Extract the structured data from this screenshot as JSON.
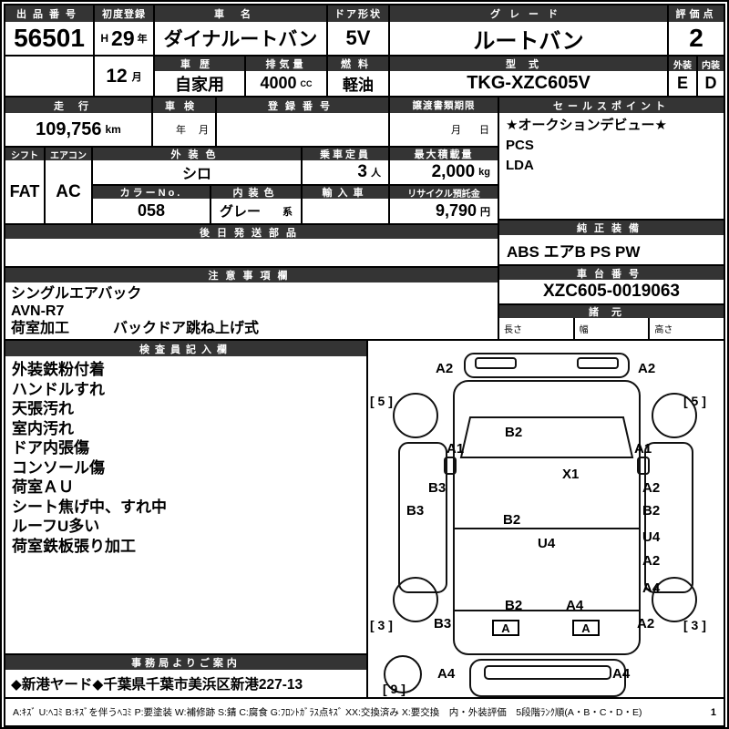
{
  "top": {
    "exhibit_no": {
      "label": "出品番号",
      "value": "56501"
    },
    "first_registration": {
      "label": "初度登録",
      "era": "H",
      "year": "29",
      "year_unit": "年",
      "month": "12",
      "month_unit": "月"
    },
    "car_name": {
      "label": "車名",
      "value": "ダイナルートバン"
    },
    "door_shape": {
      "label": "ドア形状",
      "value": "5V"
    },
    "grade": {
      "label": "グレード",
      "value": "ルートバン"
    },
    "score": {
      "label": "評価点",
      "value": "2"
    },
    "history": {
      "label": "車歴",
      "value": "自家用"
    },
    "displacement": {
      "label": "排気量",
      "value": "4000",
      "unit": "CC"
    },
    "fuel": {
      "label": "燃料",
      "value": "軽油"
    },
    "model_code": {
      "label": "型式",
      "value": "TKG-XZC605V"
    },
    "exterior_grade": {
      "label": "外装",
      "value": "E"
    },
    "interior_grade": {
      "label": "内装",
      "value": "D"
    }
  },
  "registration": {
    "mileage": {
      "label": "走行",
      "value": "109,756",
      "unit": "km"
    },
    "shaken": {
      "label": "車検",
      "year_unit": "年",
      "month_unit": "月"
    },
    "reg_no": {
      "label": "登録番号",
      "value": ""
    },
    "transfer_deadline": {
      "label": "譲渡書類期限",
      "month_unit": "月",
      "day_unit": "日"
    },
    "sales_points": {
      "label": "セールスポイント",
      "lines": [
        "★オークションデビュー★",
        "PCS",
        "LDA"
      ]
    }
  },
  "equipment": {
    "shift": {
      "label": "シフト",
      "value": "FAT"
    },
    "aircon": {
      "label": "エアコン",
      "value": "AC"
    },
    "exterior_color": {
      "label": "外装色",
      "value": "シロ"
    },
    "capacity": {
      "label": "乗車定員",
      "value": "3",
      "unit": "人"
    },
    "max_load": {
      "label": "最大積載量",
      "value": "2,000",
      "unit": "kg"
    },
    "color_no": {
      "label": "カラーNo.",
      "value": "058"
    },
    "interior_color": {
      "label": "内装色",
      "value": "グレー",
      "unit": "系"
    },
    "import_car": {
      "label": "輸入車",
      "value": ""
    },
    "recycle_deposit": {
      "label": "リサイクル預託金",
      "value": "9,790",
      "unit": "円"
    },
    "later_parts": {
      "label": "後日発送部品",
      "value": ""
    },
    "genuine_equipment": {
      "label": "純正装備",
      "value": "ABS エアB PS PW"
    }
  },
  "notes": {
    "label": "注意事項欄",
    "lines": [
      "シングルエアバック",
      "AVN-R7",
      "荷室加工　　　バックドア跳ね上げ式"
    ]
  },
  "chassis": {
    "label": "車台番号",
    "value": "XZC605-0019063"
  },
  "dimensions": {
    "label": "諸元",
    "length_label": "長さ",
    "width_label": "幅",
    "height_label": "高さ"
  },
  "inspector": {
    "label": "検査員記入欄",
    "lines": [
      "外装鉄粉付着",
      "ハンドルすれ",
      "天張汚れ",
      "室内汚れ",
      "ドア内張傷",
      "コンソール傷",
      "荷室ＡＵ",
      "シート焦げ中、すれ中",
      "ルーフU多い",
      "荷室鉄板張り加工"
    ]
  },
  "office": {
    "label": "事務局よりご案内",
    "value": "◆新港ヤード◆千葉県千葉市美浜区新港227-13"
  },
  "diagram": {
    "labels": [
      "A2",
      "A2",
      "[ 5 ]",
      "[ 5 ]",
      "B2",
      "A1",
      "A1",
      "X1",
      "B3",
      "A2",
      "B3",
      "B2",
      "B2",
      "U4",
      "U4",
      "A2",
      "A4",
      "B2",
      "A4",
      "B3",
      "A2",
      "[ 3 ]",
      "[ 3 ]",
      "A4",
      "A4",
      "[ 9 ]"
    ],
    "boxed": [
      "A",
      "A"
    ]
  },
  "legend": {
    "text": "A:ｷｽﾞ U:ﾍｺﾐ B:ｷｽﾞを伴うﾍｺﾐ P:要塗装 W:補修跡 S:錆 C:腐食 G:ﾌﾛﾝﾄｶﾞﾗｽ点ｷｽﾞ XX:交換済み X:要交換　内・外装評価　5段階ﾗﾝｸ順(A・B・C・D・E)",
    "page": "1"
  },
  "colors": {
    "header_bg": "#343434",
    "header_fg": "#ffffff",
    "border": "#000000"
  }
}
